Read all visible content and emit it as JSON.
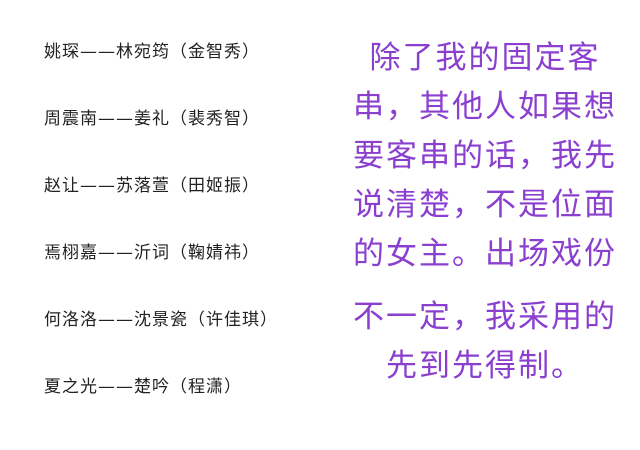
{
  "pairs": [
    "姚琛——林宛筠（金智秀）",
    "周震南——姜礼（裴秀智）",
    "赵让——苏落萱（田姬振）",
    "焉栩嘉——沂词（鞠婧祎）",
    "何洛洛——沈景瓷（许佳琪）",
    "夏之光——楚吟（程潇）"
  ],
  "note_lines": [
    "除了我的固定客",
    "串，其他人如果想",
    "要客串的话，我先",
    "说清楚，不是位面",
    "的女主。出场戏份",
    "不一定，我采用的",
    "先到先得制。"
  ],
  "colors": {
    "note": "#8a3fcf",
    "text": "#222222"
  }
}
